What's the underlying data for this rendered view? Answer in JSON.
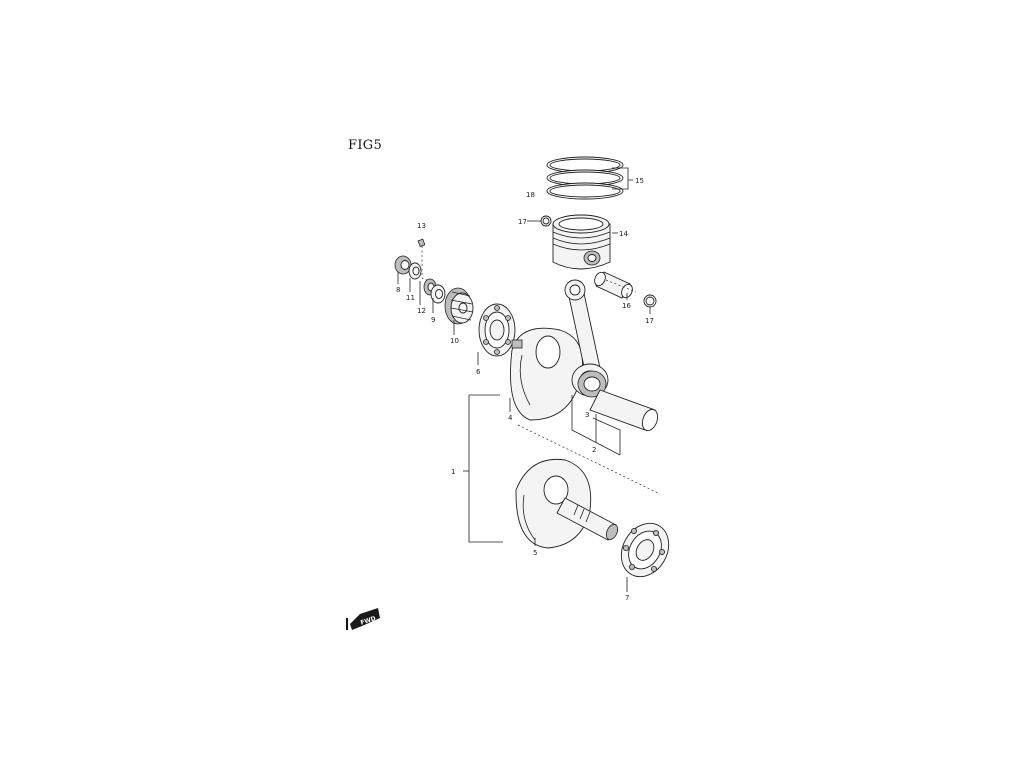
{
  "figure": {
    "title": "FIG5"
  },
  "callouts": {
    "c1": "1",
    "c2": "2",
    "c3": "3",
    "c4": "4",
    "c5": "5",
    "c6": "6",
    "c7": "7",
    "c8": "8",
    "c9": "9",
    "c10": "10",
    "c11": "11",
    "c12": "12",
    "c13": "13",
    "c14": "14",
    "c15": "15",
    "c16": "16",
    "c17a": "17",
    "c17b": "17",
    "c18": "18"
  },
  "fwd_badge": {
    "label": "FWD"
  }
}
